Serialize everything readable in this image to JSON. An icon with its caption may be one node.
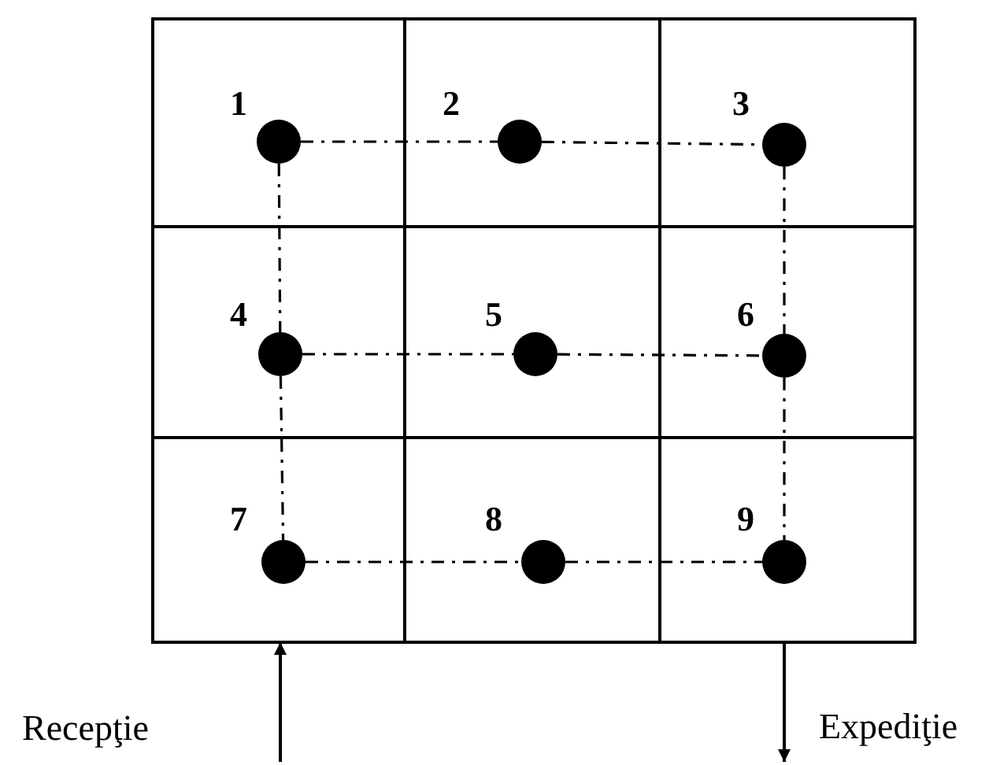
{
  "diagram": {
    "nodes": [
      {
        "text": [
          "1"
        ]
      },
      {
        "text": [
          "2"
        ]
      },
      {
        "text": [
          "3"
        ]
      },
      {
        "text": [
          "4"
        ]
      },
      {
        "text": [
          "5"
        ]
      },
      {
        "text": [
          "6"
        ]
      },
      {
        "text": [
          "7"
        ]
      },
      {
        "text": [
          "8"
        ]
      },
      {
        "text": [
          "9"
        ]
      },
      {
        "text": [],
        "shape": "circle",
        "in": 0
      },
      {
        "text": [],
        "shape": "circle",
        "in": 1
      },
      {
        "text": [],
        "shape": "circle",
        "in": 2
      },
      {
        "text": [],
        "shape": "circle",
        "in": 3
      },
      {
        "text": [],
        "shape": "circle",
        "in": 4
      },
      {
        "text": [],
        "shape": "circle",
        "in": 5
      },
      {
        "text": [],
        "shape": "circle",
        "in": 6
      },
      {
        "text": [],
        "shape": "circle",
        "in": 7
      },
      {
        "text": [],
        "shape": "circle",
        "in": 8
      }
    ],
    "edges": [
      {
        "from": 9,
        "to": 10,
        "arrow": "none",
        "style": "dashed"
      },
      {
        "from": 10,
        "to": 11,
        "arrow": "none",
        "style": "dashed"
      },
      {
        "from": 9,
        "to": 12,
        "arrow": "none",
        "style": "dashed"
      },
      {
        "from": 11,
        "to": 14,
        "arrow": "none",
        "style": "dashed"
      },
      {
        "from": 12,
        "to": 13,
        "arrow": "none",
        "style": "dashed"
      },
      {
        "from": 13,
        "to": 14,
        "arrow": "none",
        "style": "dashed"
      },
      {
        "from": 12,
        "to": 15,
        "arrow": "none",
        "style": "dashed"
      },
      {
        "from": 14,
        "to": 17,
        "arrow": "none",
        "style": "dashed"
      },
      {
        "from": 15,
        "to": 16,
        "arrow": "none",
        "style": "dashed"
      },
      {
        "from": 16,
        "to": 17,
        "arrow": "none",
        "style": "dashed"
      },
      {
        "from": null,
        "to": 6,
        "arrow": "to"
      },
      {
        "from": 8,
        "to": null,
        "arrow": "to"
      }
    ],
    "labels": [
      "Recepţie",
      "Expediţie"
    ]
  }
}
